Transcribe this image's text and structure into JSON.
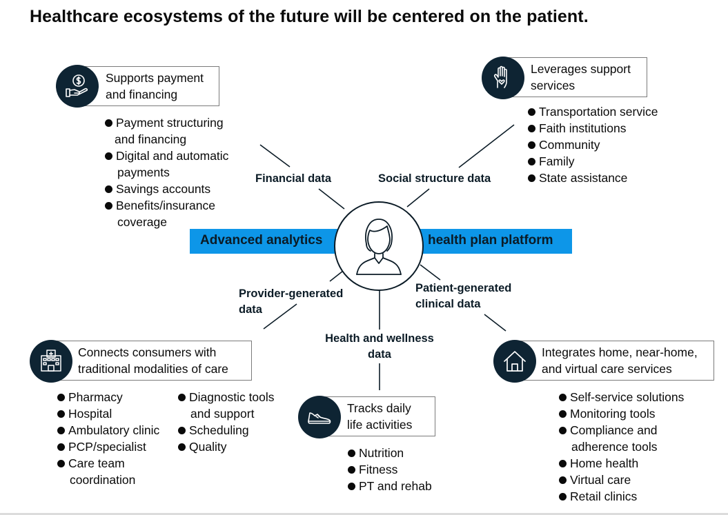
{
  "title": "Healthcare ecosystems of the future will be centered on the patient.",
  "band": {
    "left_text": "Advanced analytics",
    "right_text": "health plan platform",
    "color": "#0d96e8"
  },
  "hub": {
    "icon": "patient-icon"
  },
  "data_labels": {
    "financial": "Financial data",
    "social": "Social structure data",
    "provider_line1": "Provider-generated",
    "provider_line2": "data",
    "patient_line1": "Patient-generated",
    "patient_line2": "clinical data",
    "wellness_line1": "Health and wellness",
    "wellness_line2": "data"
  },
  "nodes": {
    "payment": {
      "icon": "dollar-hand-icon",
      "title_line1": "Supports payment",
      "title_line2": "and financing",
      "items": [
        "Payment structuring",
        "and financing",
        "Digital and automatic",
        "payments",
        "Savings accounts",
        "Benefits/insurance",
        "coverage"
      ]
    },
    "support": {
      "icon": "hand-heart-icon",
      "title_line1": "Leverages support",
      "title_line2": "services",
      "items": [
        "Transportation service",
        "Faith institutions",
        "Community",
        "Family",
        "State assistance"
      ]
    },
    "consumers": {
      "icon": "hospital-icon",
      "title_line1": "Connects consumers with",
      "title_line2": "traditional modalities of care",
      "items_col1": [
        "Pharmacy",
        "Hospital",
        "Ambulatory clinic",
        "PCP/specialist",
        "Care team",
        "coordination"
      ],
      "items_col2": [
        "Diagnostic tools",
        "and support",
        "Scheduling",
        "Quality"
      ]
    },
    "daily": {
      "icon": "sneaker-icon",
      "title_line1": "Tracks daily",
      "title_line2": "life activities",
      "items": [
        "Nutrition",
        "Fitness",
        "PT and rehab"
      ]
    },
    "home": {
      "icon": "house-icon",
      "title_line1": "Integrates home, near-home,",
      "title_line2": "and virtual care services",
      "items": [
        "Self-service solutions",
        "Monitoring tools",
        "Compliance and",
        "adherence tools",
        "Home health",
        "Virtual care",
        "Retail clinics"
      ]
    }
  }
}
